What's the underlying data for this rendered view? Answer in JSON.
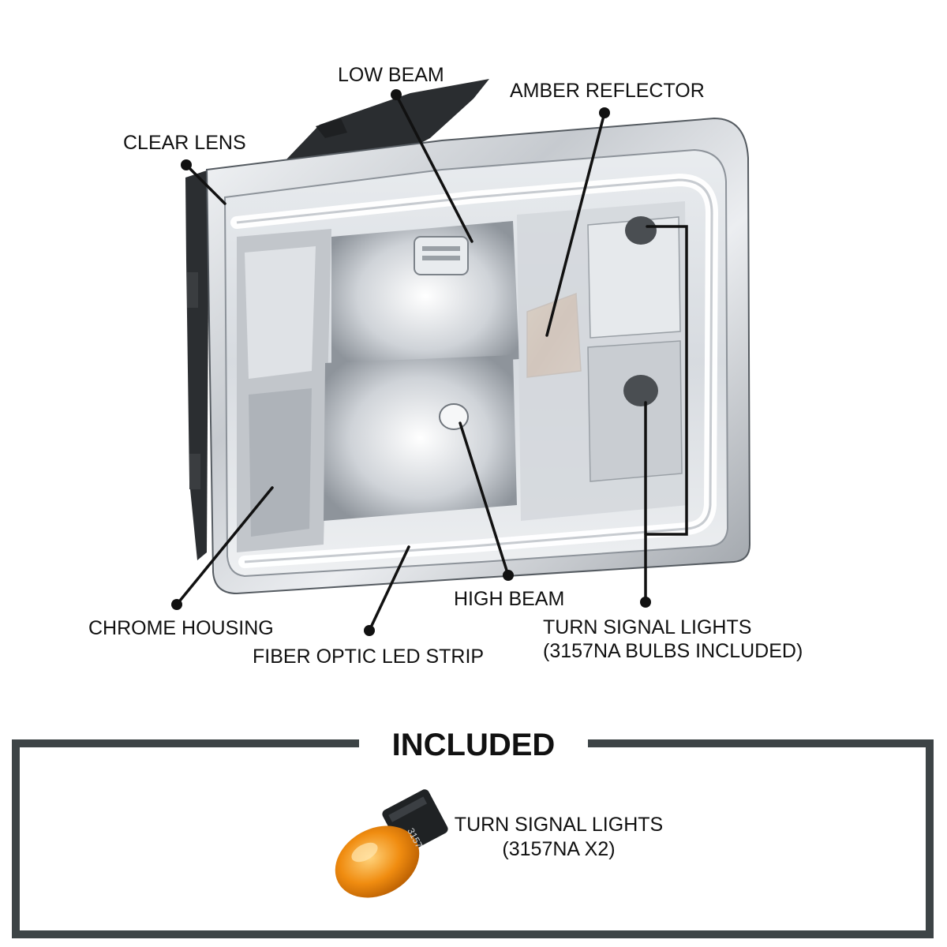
{
  "callouts": {
    "low_beam": "LOW BEAM",
    "amber_reflector": "AMBER REFLECTOR",
    "clear_lens": "CLEAR LENS",
    "high_beam": "HIGH BEAM",
    "chrome_housing": "CHROME HOUSING",
    "fiber_optic_led_strip": "FIBER OPTIC LED STRIP",
    "turn_signal_line1": "TURN SIGNAL LIGHTS",
    "turn_signal_line2": "(3157NA BULBS INCLUDED)"
  },
  "included": {
    "title": "INCLUDED",
    "item_line1": "TURN SIGNAL LIGHTS",
    "item_line2": "(3157NA X2)",
    "bulb_marking": "3157"
  },
  "colors": {
    "frame": "#3d4446",
    "amber": "#e88a10",
    "chrome": "#c9ccd0",
    "ink": "#111111"
  }
}
